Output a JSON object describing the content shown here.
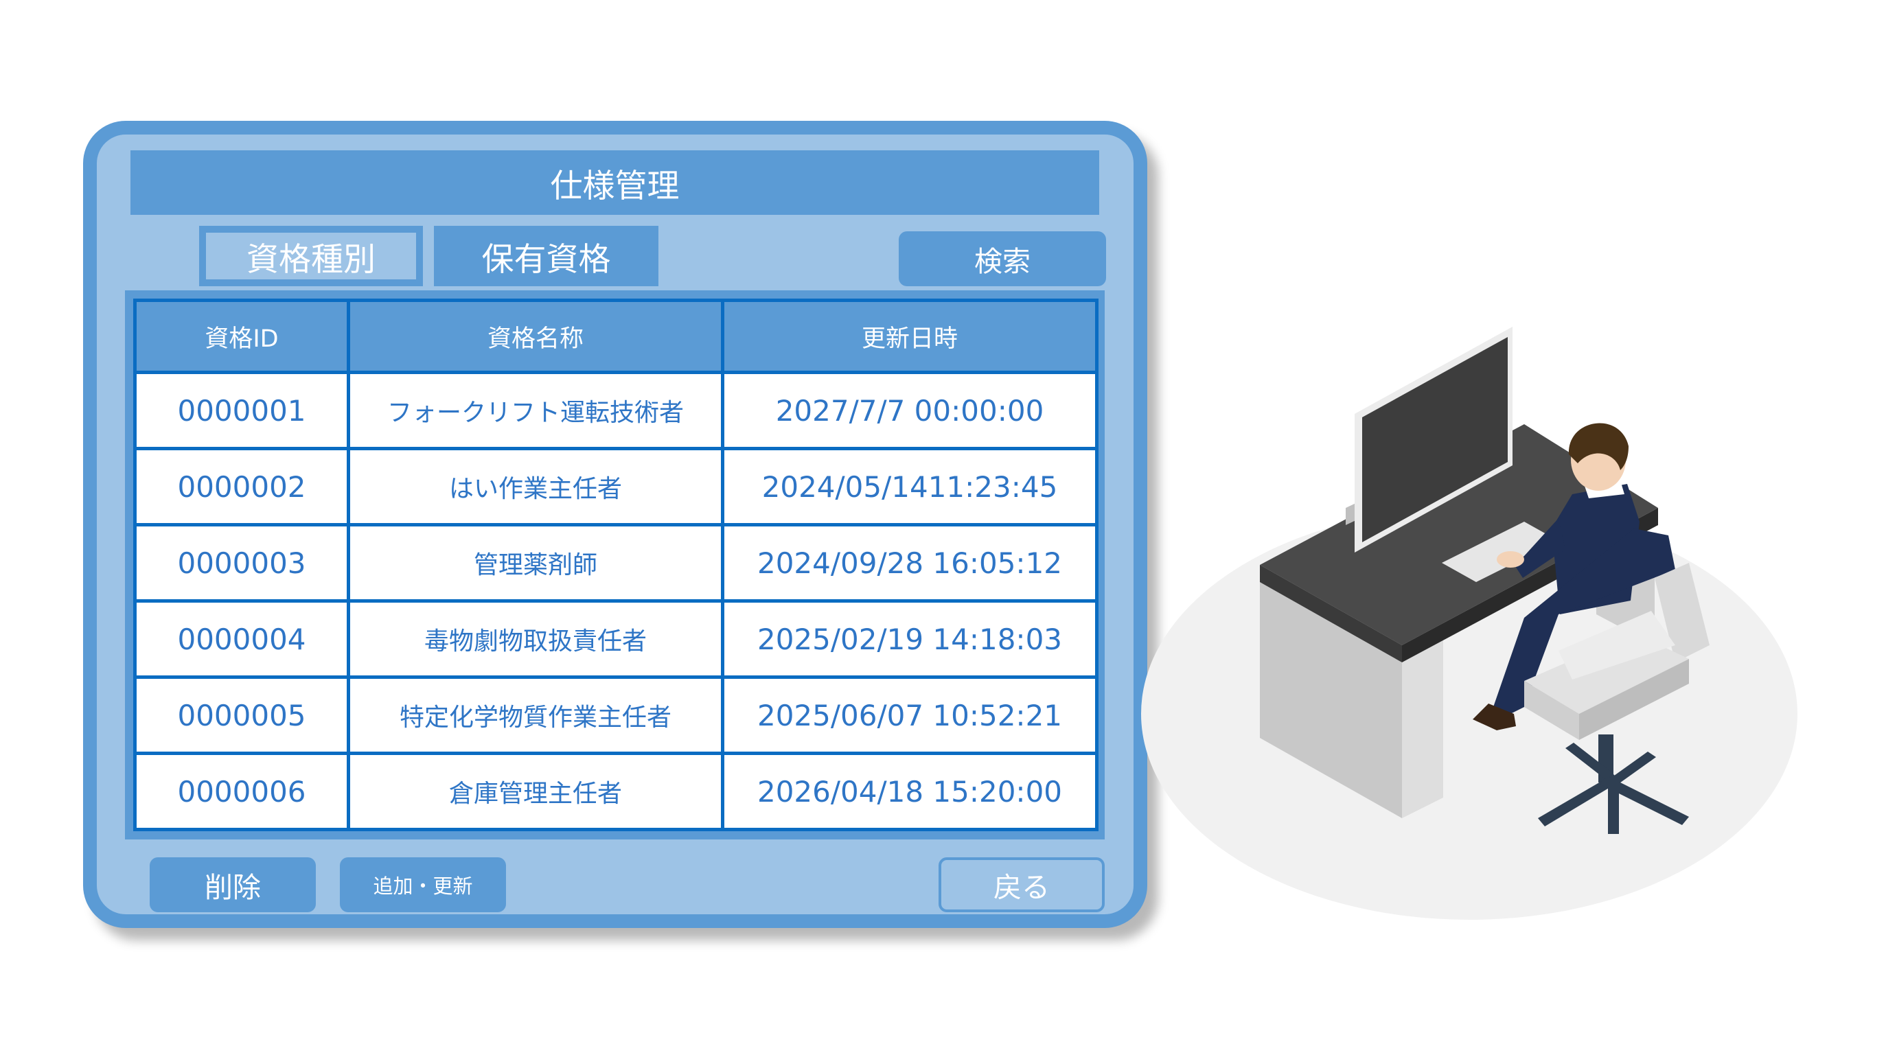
{
  "window": {
    "title": "仕様管理"
  },
  "tabs": [
    {
      "label": "資格種別",
      "active": true
    },
    {
      "label": "保有資格",
      "active": false
    }
  ],
  "toolbar": {
    "search_label": "検索"
  },
  "table": {
    "columns": [
      "資格ID",
      "資格名称",
      "更新日時"
    ],
    "rows": [
      {
        "id": "0000001",
        "name": "フォークリフト運転技術者",
        "updated": "2027/7/7 00:00:00"
      },
      {
        "id": "0000002",
        "name": "はい作業主任者",
        "updated": "2024/05/1411:23:45"
      },
      {
        "id": "0000003",
        "name": "管理薬剤師",
        "updated": "2024/09/28 16:05:12"
      },
      {
        "id": "0000004",
        "name": "毒物劇物取扱責任者",
        "updated": "2025/02/19 14:18:03"
      },
      {
        "id": "0000005",
        "name": "特定化学物質作業主任者",
        "updated": "2025/06/07 10:52:21"
      },
      {
        "id": "0000006",
        "name": "倉庫管理主任者",
        "updated": "2026/04/18 15:20:00"
      }
    ]
  },
  "footer": {
    "delete_label": "削除",
    "add_update_label": "追加・更新",
    "back_label": "戻る"
  },
  "colors": {
    "window_fill": "#9dc3e6",
    "accent": "#5b9bd5",
    "grid_line": "#0a6cc2",
    "cell_text": "#2e75c6"
  },
  "icons": {
    "illustration": "office-worker-at-computer-desk"
  }
}
